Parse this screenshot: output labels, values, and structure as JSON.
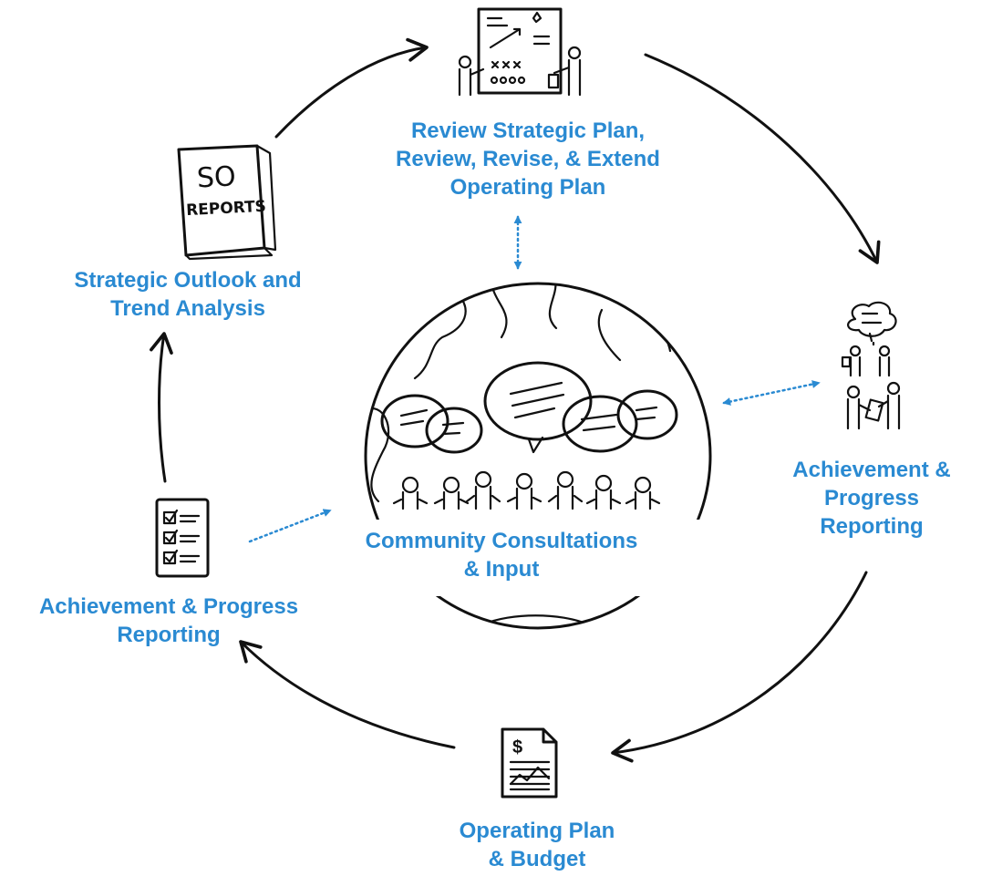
{
  "nodes": {
    "review": {
      "lines": [
        "Review Strategic Plan,",
        "Review, Revise, & Extend",
        "Operating Plan"
      ],
      "icon": "strategy-board-icon"
    },
    "achievement_right": {
      "lines": [
        "Achievement &",
        "Progress",
        "Reporting"
      ],
      "icon": "people-meeting-icon"
    },
    "operating": {
      "lines": [
        "Operating Plan",
        "& Budget"
      ],
      "icon": "budget-document-icon"
    },
    "achievement_left": {
      "lines": [
        "Achievement & Progress",
        "Reporting"
      ],
      "icon": "checklist-icon"
    },
    "strategic": {
      "lines": [
        "Strategic Outlook and",
        "Trend Analysis"
      ],
      "icon": "so-reports-icon",
      "icon_text": [
        "SO",
        "REPORTS"
      ]
    },
    "center": {
      "lines": [
        "Community Consultations",
        "& Input"
      ],
      "icon": "community-globe-icon"
    }
  },
  "colors": {
    "label": "#2a8ad2",
    "ink": "#111111",
    "connector": "#2a8ad2"
  }
}
